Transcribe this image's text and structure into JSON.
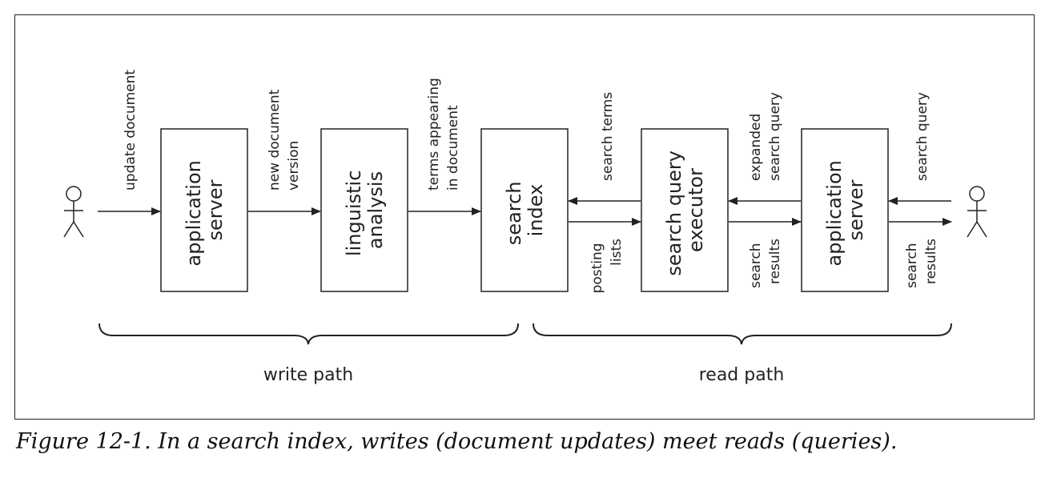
{
  "boxes": {
    "app_server_write": [
      "application",
      "server"
    ],
    "linguistic": [
      "linguistic",
      "analysis"
    ],
    "search_index": [
      "search",
      "index"
    ],
    "query_executor": [
      "search query",
      "executor"
    ],
    "app_server_read": [
      "application",
      "server"
    ]
  },
  "edges": {
    "update_document": [
      "update document"
    ],
    "new_document_version": [
      "new document",
      "version"
    ],
    "terms_appearing": [
      "terms appearing",
      "in document"
    ],
    "search_terms": [
      "search terms"
    ],
    "posting_lists": [
      "posting",
      "lists"
    ],
    "expanded_search_query": [
      "expanded",
      "search query"
    ],
    "search_results_mid": [
      "search",
      "results"
    ],
    "search_query": [
      "search query"
    ],
    "search_results_right": [
      "search",
      "results"
    ]
  },
  "paths": {
    "write": "write path",
    "read": "read path"
  },
  "caption": "Figure 12-1. In a search index, writes (document updates) meet reads (queries)."
}
